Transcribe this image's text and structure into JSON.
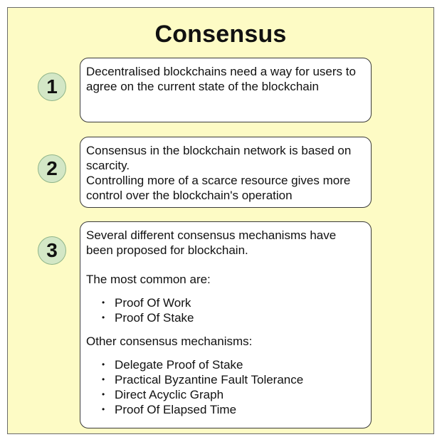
{
  "title": "Consensus",
  "steps": [
    {
      "number": "1",
      "paragraphs": [
        "Decentralised blockchains need a way for users to agree on the current state of the blockchain"
      ]
    },
    {
      "number": "2",
      "paragraphs": [
        "Consensus in the blockchain network is based on scarcity.",
        "Controlling more of a scarce resource gives more control over the blockchain's operation"
      ]
    },
    {
      "number": "3",
      "intro": "Several different consensus mechanisms have been proposed for blockchain.",
      "common_heading": "The most common are:",
      "common_items": [
        "Proof Of Work",
        "Proof Of Stake"
      ],
      "other_heading": "Other consensus mechanisms:",
      "other_items": [
        "Delegate Proof of Stake",
        "Practical Byzantine Fault Tolerance",
        "Direct Acyclic Graph",
        "Proof Of Elapsed Time"
      ]
    }
  ],
  "colors": {
    "background": "#fdfbc5",
    "badge_fill": "#d3e7c6",
    "box_fill": "#ffffff"
  }
}
